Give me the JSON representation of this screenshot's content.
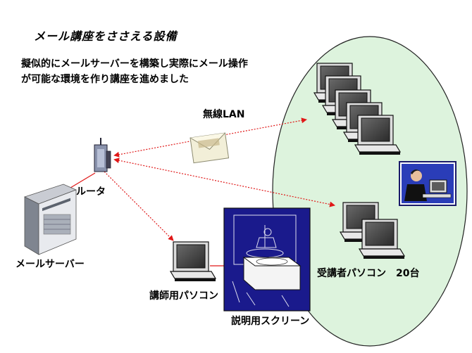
{
  "title": "メール講座をささえる設備",
  "description": {
    "line1": "擬似的にメールサーバーを構築し実際にメール操作",
    "line2": "が可能な環境を作り講座を進めました"
  },
  "labels": {
    "wireless": "無線LAN",
    "router": "ルータ",
    "mail_server": "メールサーバー",
    "instructor_pc": "講師用パソコン",
    "screen": "説明用スクリーン",
    "student_pcs": "受講者パソコン　20台"
  },
  "colors": {
    "ellipse_fill": "#ddf3dd",
    "arrow": "#e01818",
    "screen_bg": "#1a1a8c"
  },
  "icons": [
    "router-icon",
    "server-icon",
    "laptop-icon",
    "envelope-icon",
    "person-at-computer-icon",
    "projector-screen-icon"
  ]
}
